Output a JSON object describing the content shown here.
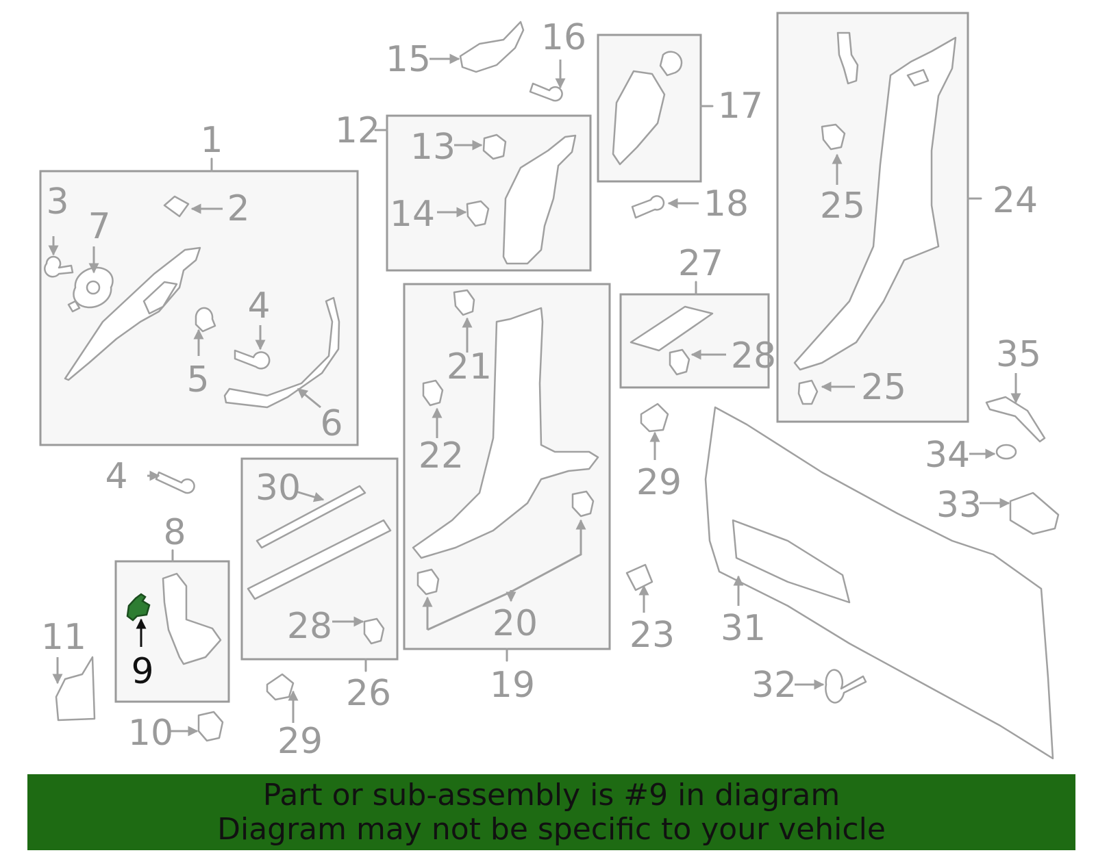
{
  "diagram": {
    "highlighted_part": "9",
    "highlight_color": "#2e7d32",
    "labels": [
      "1",
      "2",
      "3",
      "4",
      "5",
      "6",
      "7",
      "8",
      "9",
      "10",
      "11",
      "12",
      "13",
      "14",
      "15",
      "16",
      "17",
      "18",
      "19",
      "20",
      "21",
      "22",
      "23",
      "24",
      "25",
      "26",
      "27",
      "28",
      "29",
      "30",
      "31",
      "32",
      "33",
      "34",
      "35"
    ]
  },
  "banner": {
    "line1": "Part or sub-assembly is #9 in diagram",
    "line2": "Diagram may not be specific to your vehicle",
    "background": "#1e6b13"
  }
}
